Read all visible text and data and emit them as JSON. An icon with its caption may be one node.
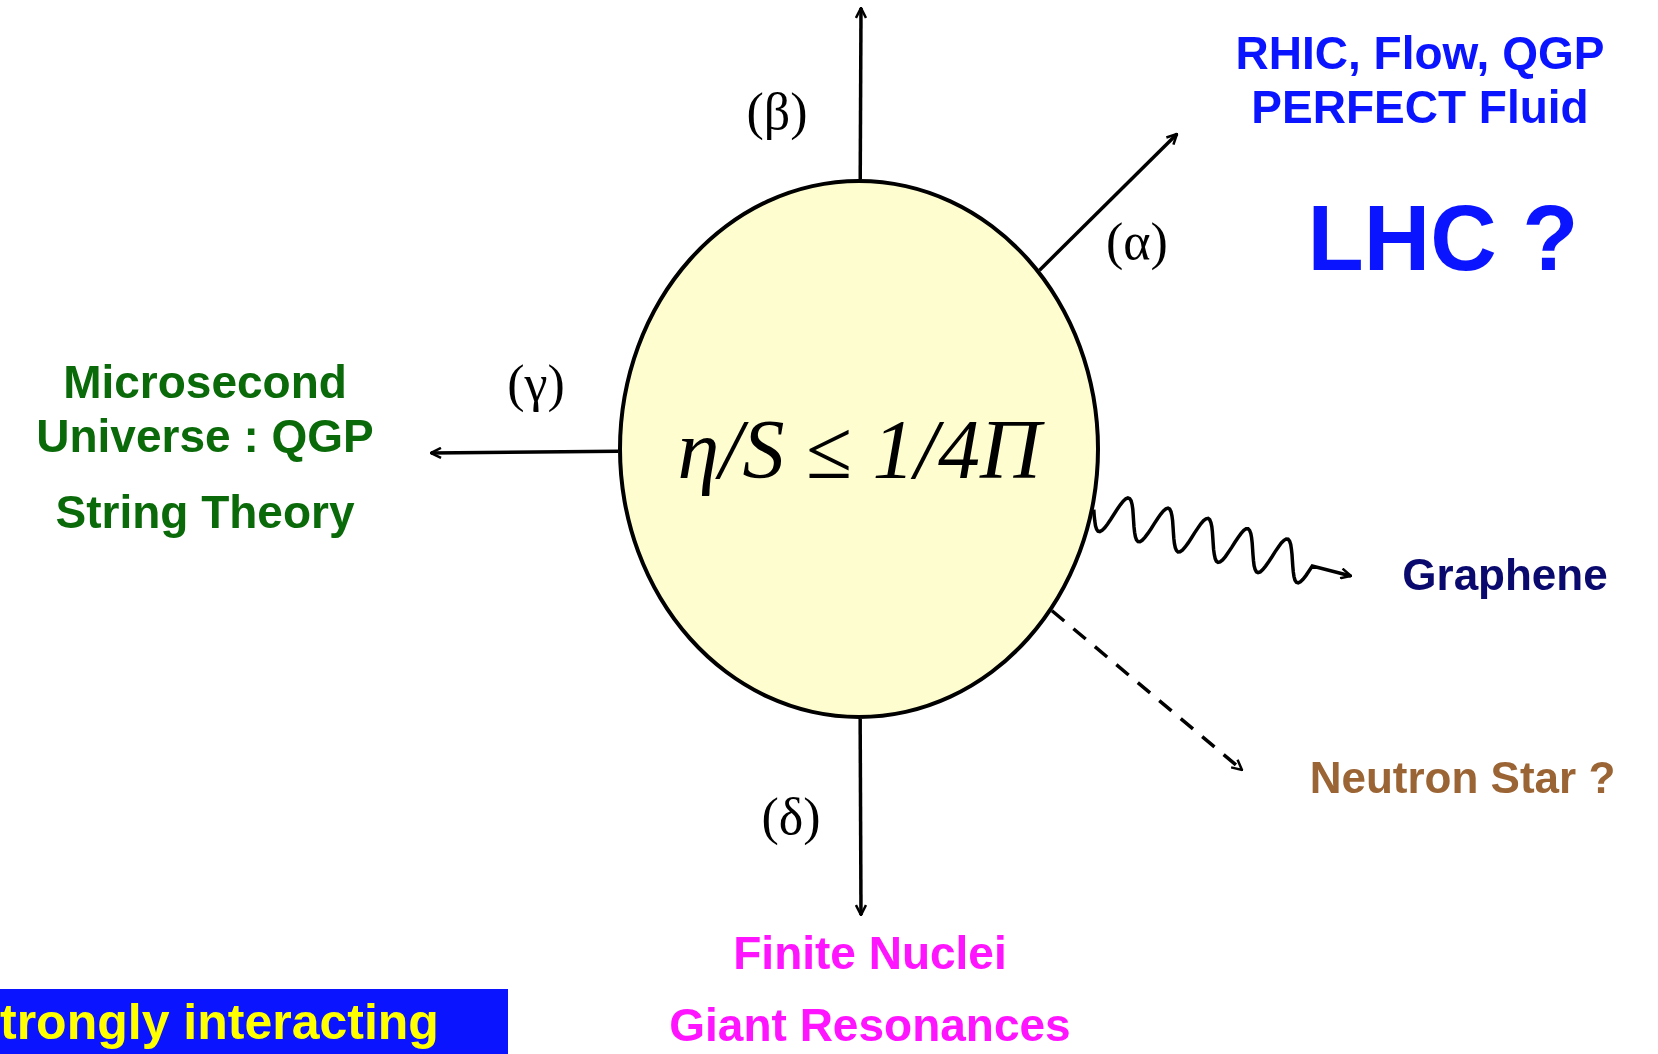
{
  "diagram": {
    "nodes": [
      {
        "text": [
          "η/S ≤ 1/4Π"
        ]
      },
      {
        "text": [
          "RHIC, Flow, QGP PERFECT Fluid"
        ]
      },
      {
        "text": [
          "Microsecond Universe : QGP",
          "String Theory"
        ]
      },
      {
        "text": [
          "Graphene"
        ]
      },
      {
        "text": [
          "Neutron Star ?"
        ]
      },
      {
        "text": [
          "Finite Nuclei",
          "Giant Resonances"
        ]
      },
      {
        "text": [
          "trongly interacting"
        ]
      }
    ],
    "edges": [
      {
        "from": 0,
        "to": 1,
        "arrow": "to",
        "label": "(α)"
      },
      {
        "from": 0,
        "to": null,
        "arrow": "to",
        "label": "(β)"
      },
      {
        "from": 0,
        "to": 2,
        "arrow": "to",
        "label": "(γ)"
      },
      {
        "from": 0,
        "to": 3,
        "arrow": "to"
      },
      {
        "from": 0,
        "to": 4,
        "arrow": "to",
        "style": "dashed"
      },
      {
        "from": 0,
        "to": 5,
        "arrow": "to",
        "label": "(δ)"
      }
    ],
    "labels": [
      "LHC ?"
    ]
  }
}
